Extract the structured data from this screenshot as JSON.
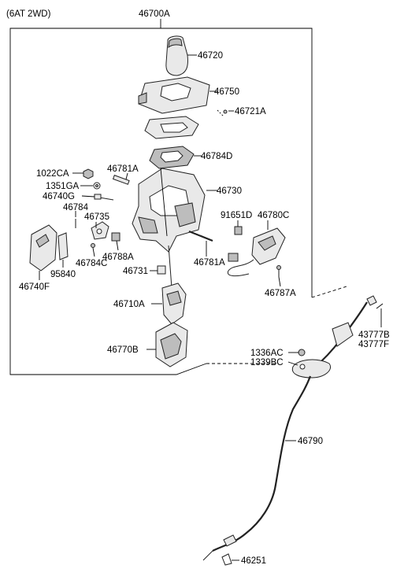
{
  "diagram": {
    "variant": "(6AT 2WD)",
    "assembly_number": "46700A",
    "parts": [
      {
        "key": "p46720",
        "number": "46720"
      },
      {
        "key": "p46750",
        "number": "46750"
      },
      {
        "key": "p46721A",
        "number": "46721A"
      },
      {
        "key": "p46784D",
        "number": "46784D"
      },
      {
        "key": "p1022CA",
        "number": "1022CA"
      },
      {
        "key": "p46781A_top",
        "number": "46781A"
      },
      {
        "key": "p1351GA",
        "number": "1351GA"
      },
      {
        "key": "p46730",
        "number": "46730"
      },
      {
        "key": "p46740G",
        "number": "46740G"
      },
      {
        "key": "p46784",
        "number": "46784"
      },
      {
        "key": "p46735",
        "number": "46735"
      },
      {
        "key": "p91651D",
        "number": "91651D"
      },
      {
        "key": "p46780C",
        "number": "46780C"
      },
      {
        "key": "p46784C",
        "number": "46784C"
      },
      {
        "key": "p46788A",
        "number": "46788A"
      },
      {
        "key": "p95840",
        "number": "95840"
      },
      {
        "key": "p46740F",
        "number": "46740F"
      },
      {
        "key": "p46781A_mid",
        "number": "46781A"
      },
      {
        "key": "p46731",
        "number": "46731"
      },
      {
        "key": "p46787A",
        "number": "46787A"
      },
      {
        "key": "p46710A",
        "number": "46710A"
      },
      {
        "key": "p43777B",
        "number": "43777B"
      },
      {
        "key": "p43777F",
        "number": "43777F"
      },
      {
        "key": "p1336AC",
        "number": "1336AC"
      },
      {
        "key": "p1339BC",
        "number": "1339BC"
      },
      {
        "key": "p46770B",
        "number": "46770B"
      },
      {
        "key": "p46790",
        "number": "46790"
      },
      {
        "key": "p46251",
        "number": "46251"
      }
    ]
  }
}
